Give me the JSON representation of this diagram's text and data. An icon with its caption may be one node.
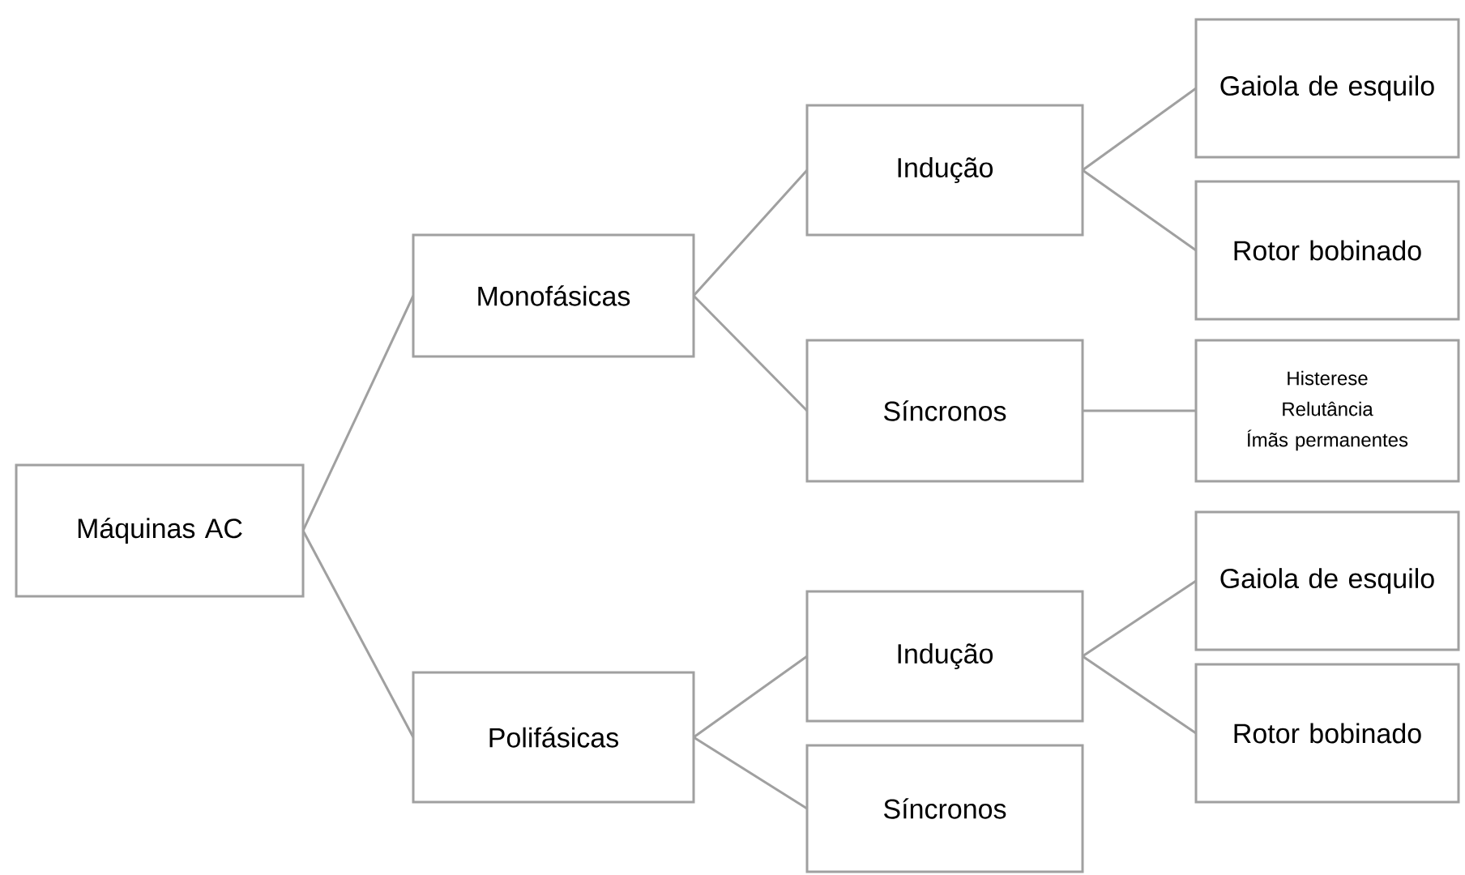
{
  "diagram": {
    "nodes": [
      {
        "text": [
          "Máquinas AC"
        ]
      },
      {
        "text": [
          "Monofásicas"
        ]
      },
      {
        "text": [
          "Indução"
        ]
      },
      {
        "text": [
          "Gaiola de esquilo"
        ]
      },
      {
        "text": [
          "Rotor bobinado"
        ]
      },
      {
        "text": [
          "Síncronos"
        ]
      },
      {
        "text": [
          "Histerese",
          "Relutância",
          "Ímãs permanentes"
        ]
      },
      {
        "text": [
          "Polifásicas"
        ]
      },
      {
        "text": [
          "Indução"
        ]
      },
      {
        "text": [
          "Gaiola de esquilo"
        ]
      },
      {
        "text": [
          "Rotor bobinado"
        ]
      },
      {
        "text": [
          "Síncronos"
        ]
      }
    ],
    "edges": [
      {
        "from": 0,
        "to": 1,
        "arrow": "none"
      },
      {
        "from": 0,
        "to": 7,
        "arrow": "none"
      },
      {
        "from": 1,
        "to": 2,
        "arrow": "none"
      },
      {
        "from": 1,
        "to": 5,
        "arrow": "none"
      },
      {
        "from": 2,
        "to": 3,
        "arrow": "none"
      },
      {
        "from": 2,
        "to": 4,
        "arrow": "none"
      },
      {
        "from": 5,
        "to": 6,
        "arrow": "none"
      },
      {
        "from": 7,
        "to": 8,
        "arrow": "none"
      },
      {
        "from": 7,
        "to": 11,
        "arrow": "none"
      },
      {
        "from": 8,
        "to": 9,
        "arrow": "none"
      },
      {
        "from": 8,
        "to": 10,
        "arrow": "none"
      }
    ]
  }
}
